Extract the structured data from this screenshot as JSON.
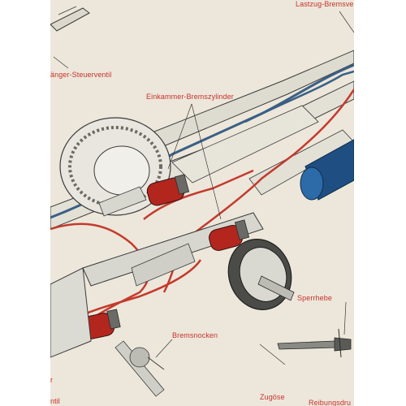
{
  "colors": {
    "paper": "#ece7da",
    "label_red": "#c8322e",
    "air_red": "#c43a2e",
    "air_blue": "#3b5f86",
    "ink": "#3a3a3a",
    "metal": "#cfcfc8",
    "cylinder_red": "#b3261e",
    "tank_blue": "#1f4f82"
  },
  "labels": {
    "lastzug": "Lastzug-Bremsve",
    "steuerventil": "änger-Steuerventil",
    "einkammer": "Einkammer-Bremszylinder",
    "bremsnocken": "Bremsnocken",
    "sperrhebel": "Sperrhebe",
    "zugose": "Zugöse",
    "reibung": "Reibungsdru",
    "edge_bottom": "ntil",
    "edge_mid": "r"
  }
}
